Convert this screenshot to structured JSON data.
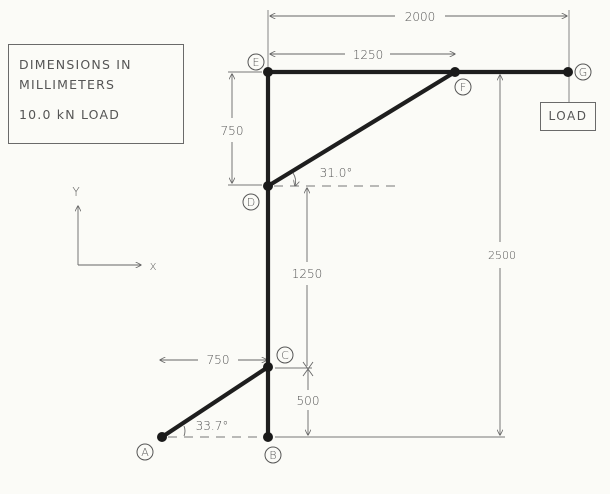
{
  "notes": {
    "line1": "DIMENSIONS  IN",
    "line2": "MILLIMETERS",
    "line3": "10.0 kN LOAD"
  },
  "load_label": "LOAD",
  "axes": {
    "y_label": "Y",
    "x_label": "X"
  },
  "nodes": {
    "A": "A",
    "B": "B",
    "C": "C",
    "D": "D",
    "E": "E",
    "F": "F",
    "G": "G"
  },
  "dimensions": {
    "EG_total": "2000",
    "EF": "1250",
    "ED": "750",
    "DC": "1250",
    "CB": "500",
    "AB_horizontal": "750",
    "BG_vertical": "2500"
  },
  "angles": {
    "DF": "31.0°",
    "AC": "33.7°"
  },
  "colors": {
    "member": "#1e1e1e",
    "dimension": "#6a6a6a",
    "paper": "#fbfbf7"
  }
}
